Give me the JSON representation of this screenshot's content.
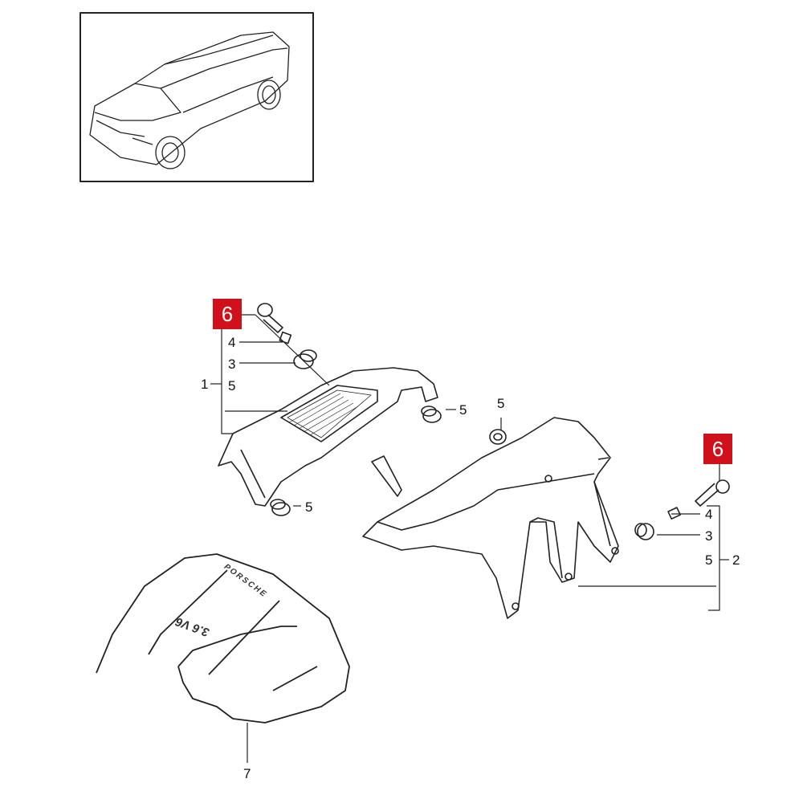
{
  "diagram": {
    "callouts": {
      "part1": "1",
      "part2": "2",
      "part3_left": "3",
      "part3_right": "3",
      "part4_left": "4",
      "part4_right": "4",
      "part5_left_bracket": "5",
      "part5_grommet_mid": "5",
      "part5_grommet_lower": "5",
      "part5_grommet_top": "5",
      "part5_right_bracket": "5",
      "part6_left": "6",
      "part6_right": "6",
      "part7": "7"
    },
    "emblem": {
      "brand": "PORSCHE",
      "engine": "3.6 V6"
    },
    "highlight_color": "#d0111b"
  }
}
